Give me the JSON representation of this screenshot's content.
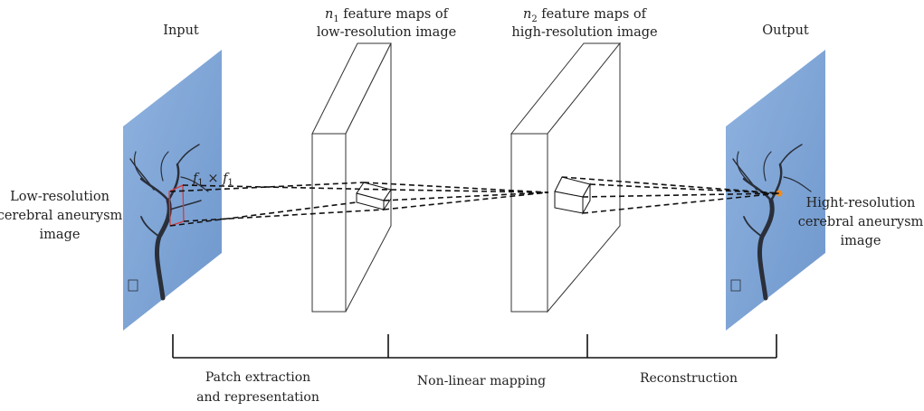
{
  "labels": {
    "input": "Input",
    "output": "Output",
    "n1_var": "n",
    "n1_sub": "1",
    "n1_line1": " feature maps of",
    "n1_line2": "low-resolution image",
    "n2_var": "n",
    "n2_sub": "2",
    "n2_line1": " feature maps of",
    "n2_line2": "high-resolution image",
    "filter_f1": "f",
    "filter_sub1": "1",
    "filter_times": " × ",
    "filter_f2": "f",
    "filter_sub2": "1",
    "low_res_line1": "Low-resolution",
    "low_res_line2": "cerebral aneurysm",
    "low_res_line3": "image",
    "high_res_line1": "Hight-resolution",
    "high_res_line2": "cerebral aneurysm",
    "high_res_line3": "image"
  },
  "stages": {
    "patch_line1": "Patch extraction",
    "patch_line2": "and representation",
    "nonlinear": "Non-linear mapping",
    "reconstruction": "Reconstruction"
  },
  "colors": {
    "image_panel": "#7fa6d6",
    "vessel": "#2a2f3a",
    "patch_highlight": "#d63a3a",
    "output_dot": "#f08a1a"
  }
}
